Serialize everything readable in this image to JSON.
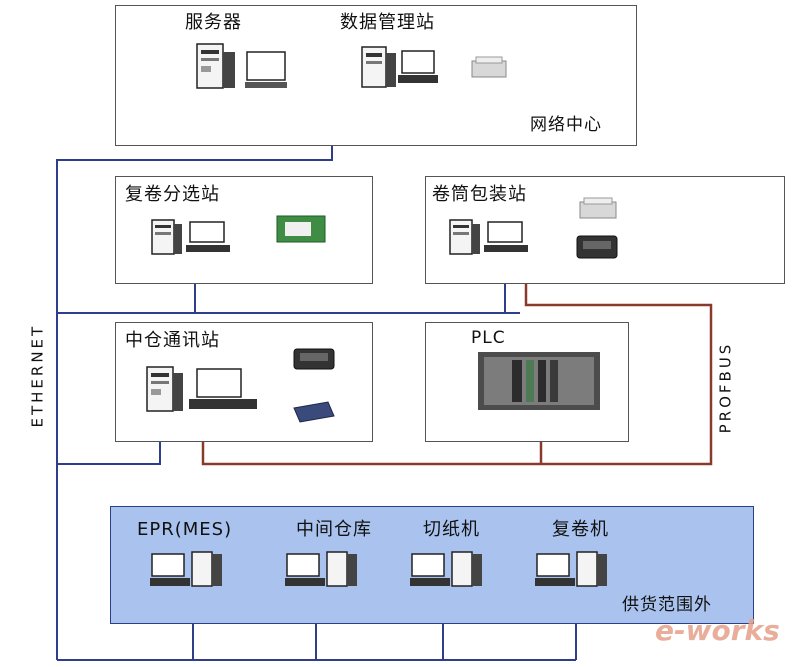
{
  "network_center": {
    "server": "服务器",
    "data_station": "数据管理站",
    "title": "网络中心"
  },
  "rewind_sort": {
    "title": "复卷分选站"
  },
  "reel_pack": {
    "title": "卷筒包装站"
  },
  "comm_station": {
    "title": "中仓通讯站"
  },
  "plc": {
    "title": "PLC"
  },
  "bus": {
    "ethernet": "ETHERNET",
    "profibus": "PROFBUS"
  },
  "supply": {
    "erp": "EPR(MES)",
    "warehouse": "中间仓库",
    "cutter": "切纸机",
    "rewinder": "复卷机",
    "title": "供货范围外"
  },
  "watermark": "e-works",
  "colors": {
    "ethernet": "#2e3e8a",
    "profibus": "#8a3a2a",
    "supply_bg": "#a9c3ee"
  }
}
